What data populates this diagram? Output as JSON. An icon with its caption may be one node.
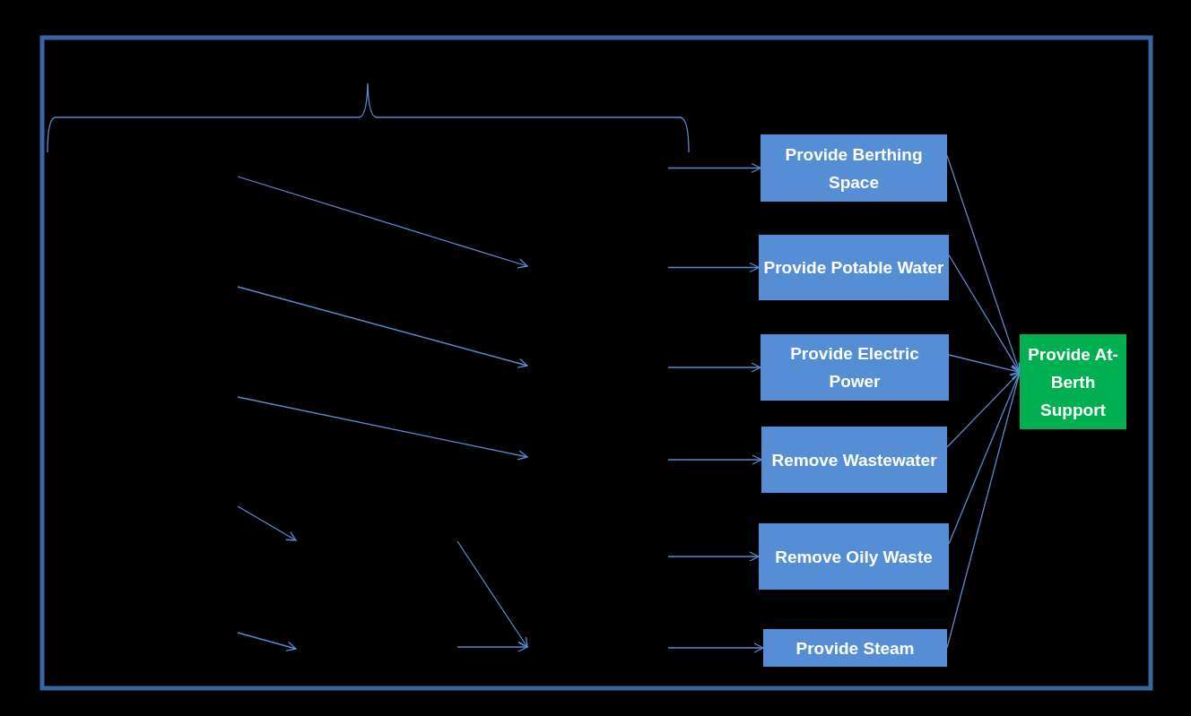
{
  "diagram": {
    "nodes": [
      {
        "text": [
          "Provide Berthing Space"
        ]
      },
      {
        "text": [
          "Provide Potable Water"
        ]
      },
      {
        "text": [
          "Provide Electric Power"
        ]
      },
      {
        "text": [
          "Remove Wastewater"
        ]
      },
      {
        "text": [
          "Remove Oily Waste"
        ]
      },
      {
        "text": [
          "Provide Steam"
        ]
      },
      {
        "text": [
          "Provide At-Berth Support"
        ]
      }
    ],
    "edges": [
      {
        "from": null,
        "to": 0,
        "arrow": "to"
      },
      {
        "from": null,
        "to": 1,
        "arrow": "to"
      },
      {
        "from": null,
        "to": 2,
        "arrow": "to"
      },
      {
        "from": null,
        "to": 3,
        "arrow": "to"
      },
      {
        "from": null,
        "to": 4,
        "arrow": "to"
      },
      {
        "from": null,
        "to": 5,
        "arrow": "to"
      },
      {
        "from": 0,
        "to": 6,
        "arrow": "to"
      },
      {
        "from": 1,
        "to": 6,
        "arrow": "to"
      },
      {
        "from": 2,
        "to": 6,
        "arrow": "to"
      },
      {
        "from": 3,
        "to": 6,
        "arrow": "to"
      },
      {
        "from": 4,
        "to": 6,
        "arrow": "to"
      },
      {
        "from": 5,
        "to": 6,
        "arrow": "to"
      }
    ]
  }
}
